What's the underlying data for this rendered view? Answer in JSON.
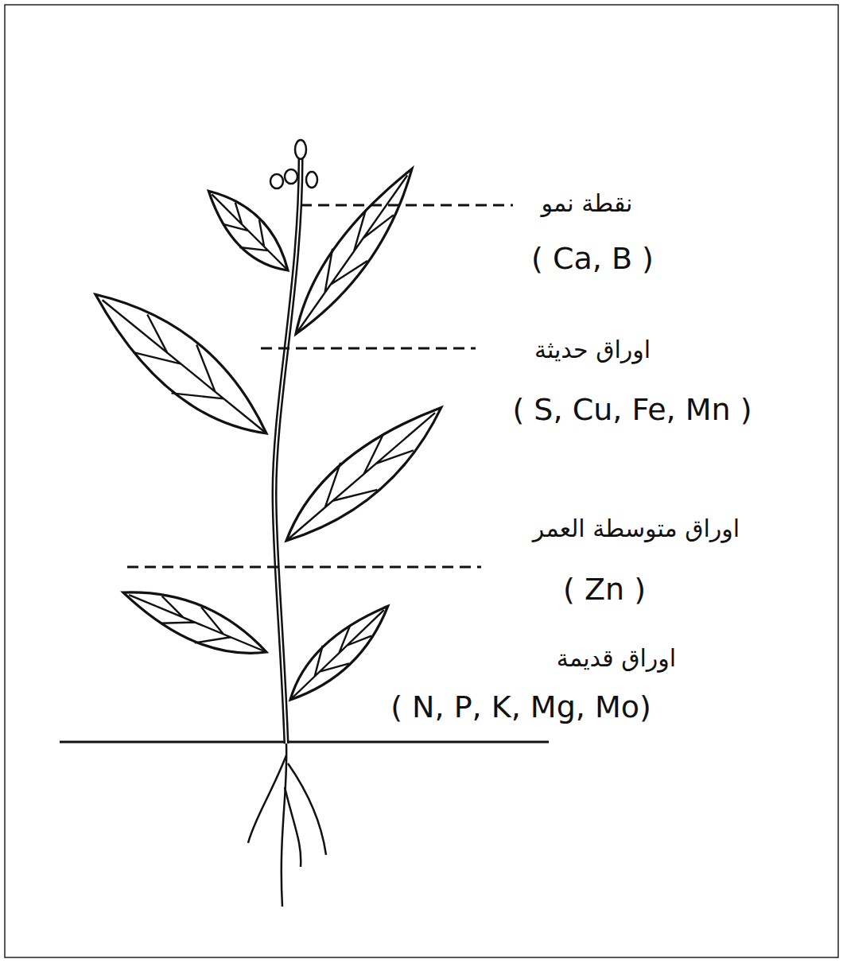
{
  "diagram": {
    "labels": [
      "نقطة نمو",
      "( Ca, B )",
      "اوراق حديثة",
      "( S, Cu, Fe, Mn )",
      "اوراق متوسطة العمر",
      "( Zn )",
      "اوراق قديمة",
      "( N, P, K, Mg, Mo)"
    ]
  }
}
